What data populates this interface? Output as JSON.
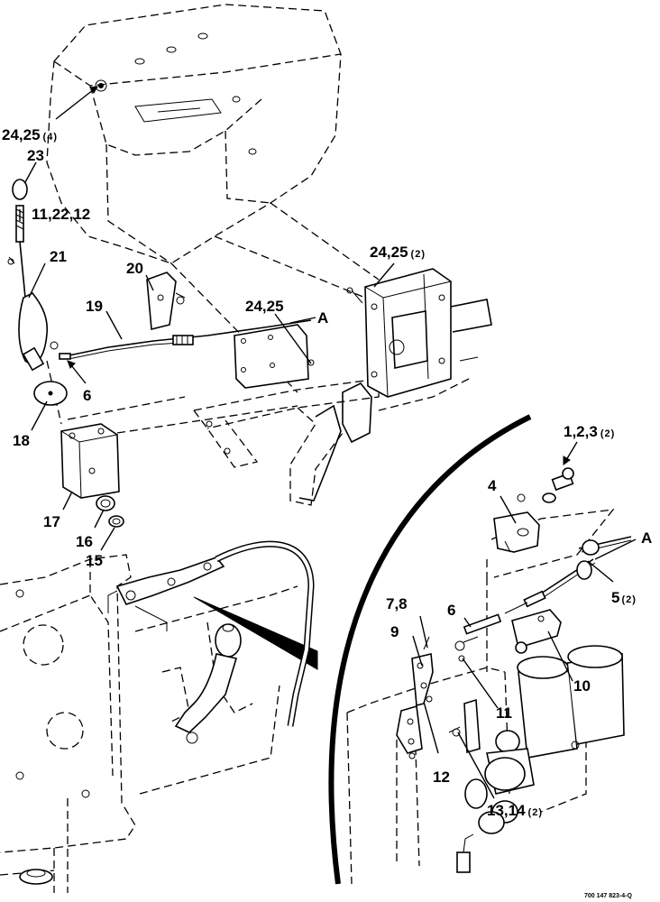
{
  "callouts": {
    "c_24_25_4": {
      "num": "24,25",
      "qty": "(4)"
    },
    "c_23": {
      "num": "23"
    },
    "c_11_22_12": {
      "num": "11,22,12"
    },
    "c_21": {
      "num": "21"
    },
    "c_20": {
      "num": "20"
    },
    "c_24_25_2": {
      "num": "24,25",
      "qty": "(2)"
    },
    "c_19": {
      "num": "19"
    },
    "c_24_25": {
      "num": "24,25"
    },
    "c_A_top": {
      "num": "A"
    },
    "c_6_left": {
      "num": "6"
    },
    "c_18": {
      "num": "18"
    },
    "c_17": {
      "num": "17"
    },
    "c_16": {
      "num": "16"
    },
    "c_15": {
      "num": "15"
    },
    "c_1_2_3": {
      "num": "1,2,3",
      "qty": "(2)"
    },
    "c_4": {
      "num": "4"
    },
    "c_A_right": {
      "num": "A"
    },
    "c_5": {
      "num": "5",
      "qty": "(2)"
    },
    "c_6_right": {
      "num": "6"
    },
    "c_7_8": {
      "num": "7,8"
    },
    "c_9": {
      "num": "9"
    },
    "c_10": {
      "num": "10"
    },
    "c_11": {
      "num": "11"
    },
    "c_12": {
      "num": "12"
    },
    "c_13_14": {
      "num": "13,14",
      "qty": "(2)"
    }
  },
  "reference_number": "700 147 823-4-Q"
}
